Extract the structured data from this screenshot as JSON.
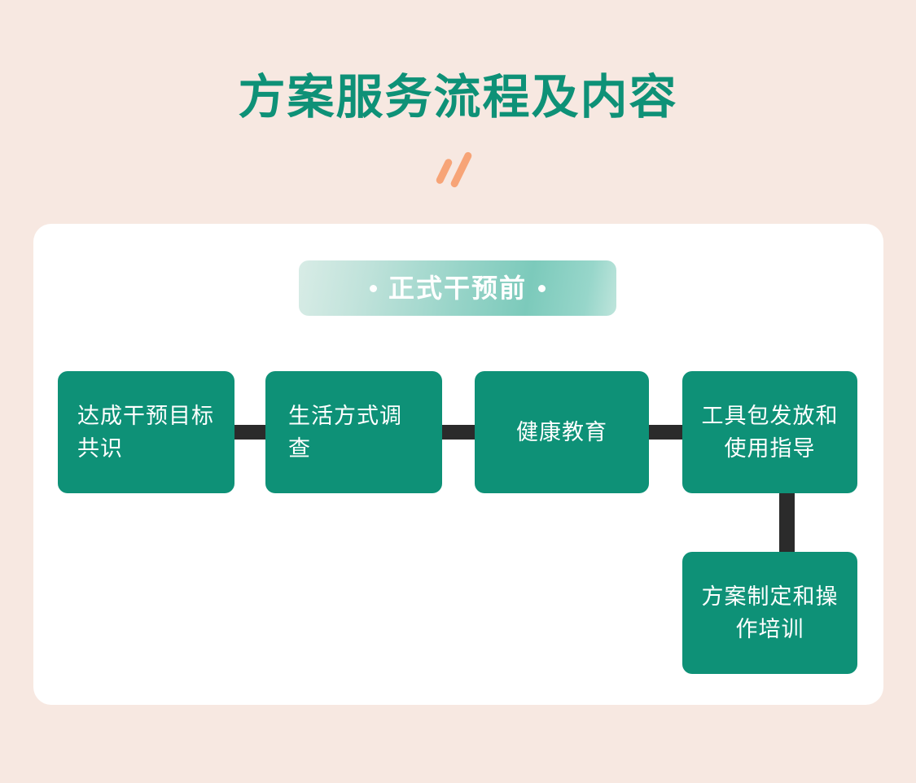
{
  "page": {
    "title": "方案服务流程及内容",
    "background_color": "#F7E8E1",
    "accent_green": "#0E9177",
    "accent_orange": "#F7A477",
    "connector_color": "#2B2B2B",
    "card_background": "#FFFFFF"
  },
  "decoration": {
    "name": "double-slash",
    "color": "#F7A477",
    "bars": 2
  },
  "flow": {
    "phase_badge": {
      "label": "正式干预前",
      "bullet": "•",
      "gradient_from": "#D8ECE6",
      "gradient_to": "#BFE5DC",
      "text_color": "#FFFFFF"
    },
    "nodes": [
      {
        "id": "node-1",
        "label": "达成干预目标共识",
        "align": "left",
        "row": 1,
        "order": 1
      },
      {
        "id": "node-2",
        "label": "生活方式调查",
        "align": "left",
        "row": 1,
        "order": 2
      },
      {
        "id": "node-3",
        "label": "健康教育",
        "align": "center",
        "row": 1,
        "order": 3
      },
      {
        "id": "node-4",
        "label": "工具包发放和使用指导",
        "align": "center",
        "row": 1,
        "order": 4
      },
      {
        "id": "node-5",
        "label": "方案制定和操作培训",
        "align": "center",
        "row": 2,
        "order": 5
      }
    ],
    "connectors": [
      {
        "id": "conn-h1",
        "from": "node-1",
        "to": "node-2",
        "orientation": "horizontal"
      },
      {
        "id": "conn-h2",
        "from": "node-2",
        "to": "node-3",
        "orientation": "horizontal"
      },
      {
        "id": "conn-h3",
        "from": "node-3",
        "to": "node-4",
        "orientation": "horizontal"
      },
      {
        "id": "conn-v1",
        "from": "node-4",
        "to": "node-5",
        "orientation": "vertical"
      }
    ]
  }
}
